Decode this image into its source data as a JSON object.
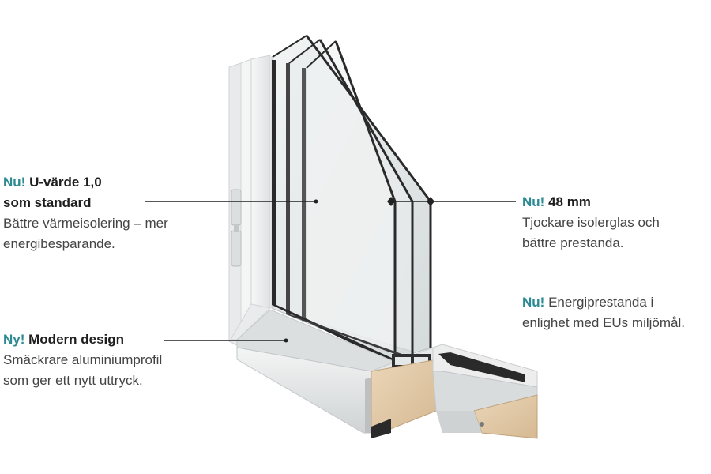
{
  "colors": {
    "accent": "#2d8a93",
    "heading": "#1e1e1e",
    "body": "#444444",
    "leader_line": "#222222",
    "frame_white": "#eef0f0",
    "frame_shadow": "#c9cdce",
    "glass": "#e6e9ea",
    "spacer": "#2a2a2a",
    "wood": "#e2c9a6"
  },
  "callouts": {
    "u_value": {
      "tag": "Nu!",
      "title_line1": "U-värde 1,0",
      "title_line2": "som standard",
      "body_line1": "Bättre värmeisolering – mer",
      "body_line2": "energibesparande."
    },
    "thickness": {
      "tag": "Nu!",
      "title": "48 mm",
      "body_line1": "Tjockare isolerglas och",
      "body_line2": "bättre prestanda."
    },
    "energy": {
      "tag": "Nu!",
      "body_line1": "Energiprestanda i",
      "body_line2": "enlighet med EUs miljömål."
    },
    "design": {
      "tag": "Ny!",
      "title": "Modern design",
      "body_line1": "Smäckrare aluminiumprofil",
      "body_line2": "som ger ett nytt uttryck."
    }
  }
}
